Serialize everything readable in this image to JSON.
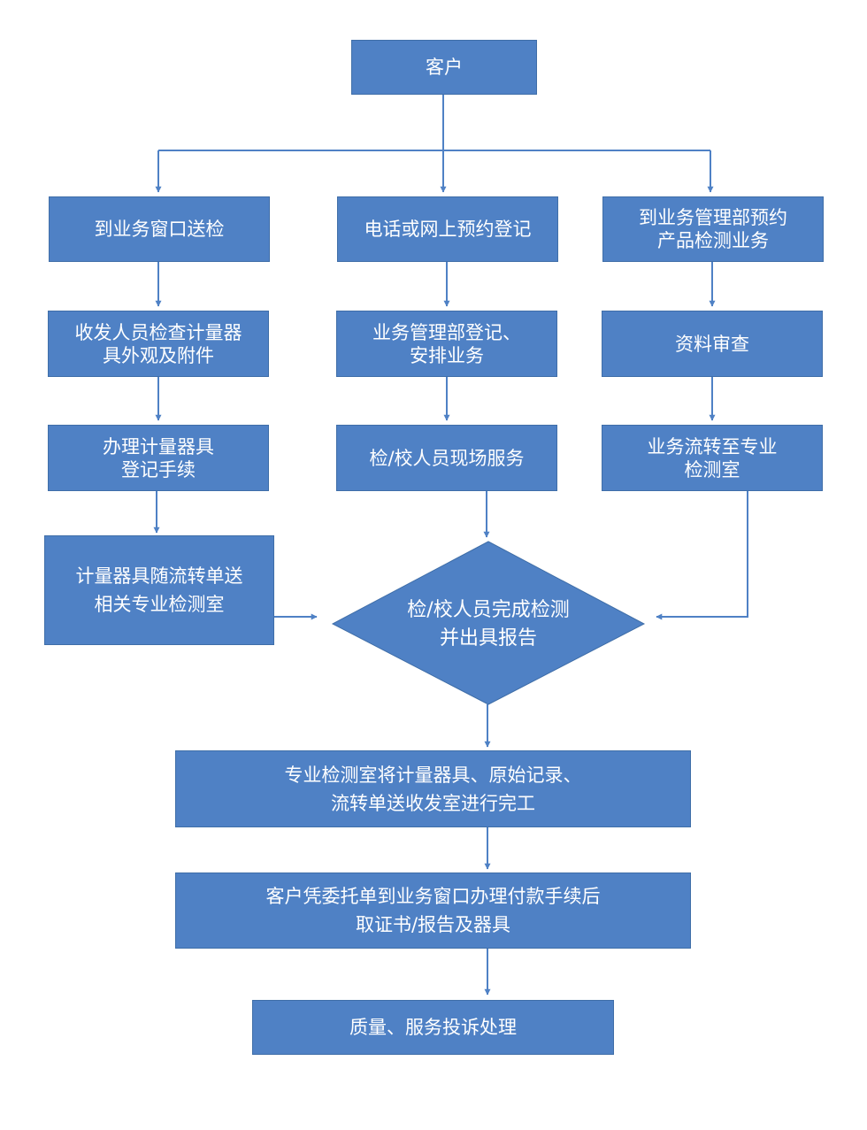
{
  "colors": {
    "box_fill": "#4f81c5",
    "arrow": "#4f81c5"
  },
  "nodes": {
    "customer": "客户",
    "window_submit": "到业务窗口送检",
    "phone_online": "电话或网上预约登记",
    "dept_reserve": "到业务管理部预约\n产品检测业务",
    "receive_check": "收发人员检查计量器\n具外观及附件",
    "dept_register": "业务管理部登记、\n安排业务",
    "doc_review": "资料审查",
    "handle_register": "办理计量器具\n登记手续",
    "onsite_service": "检/校人员现场服务",
    "transfer_lab": "业务流转至专业\n检测室",
    "send_lab": "计量器具随流转单送\n相关专业检测室",
    "complete_test": "检/校人员完成检测\n并出具报告",
    "lab_return": "专业检测室将计量器具、原始记录、\n流转单送收发室进行完工",
    "pickup": "客户凭委托单到业务窗口办理付款手续后\n取证书/报告及器具",
    "complaint": "质量、服务投诉处理"
  }
}
